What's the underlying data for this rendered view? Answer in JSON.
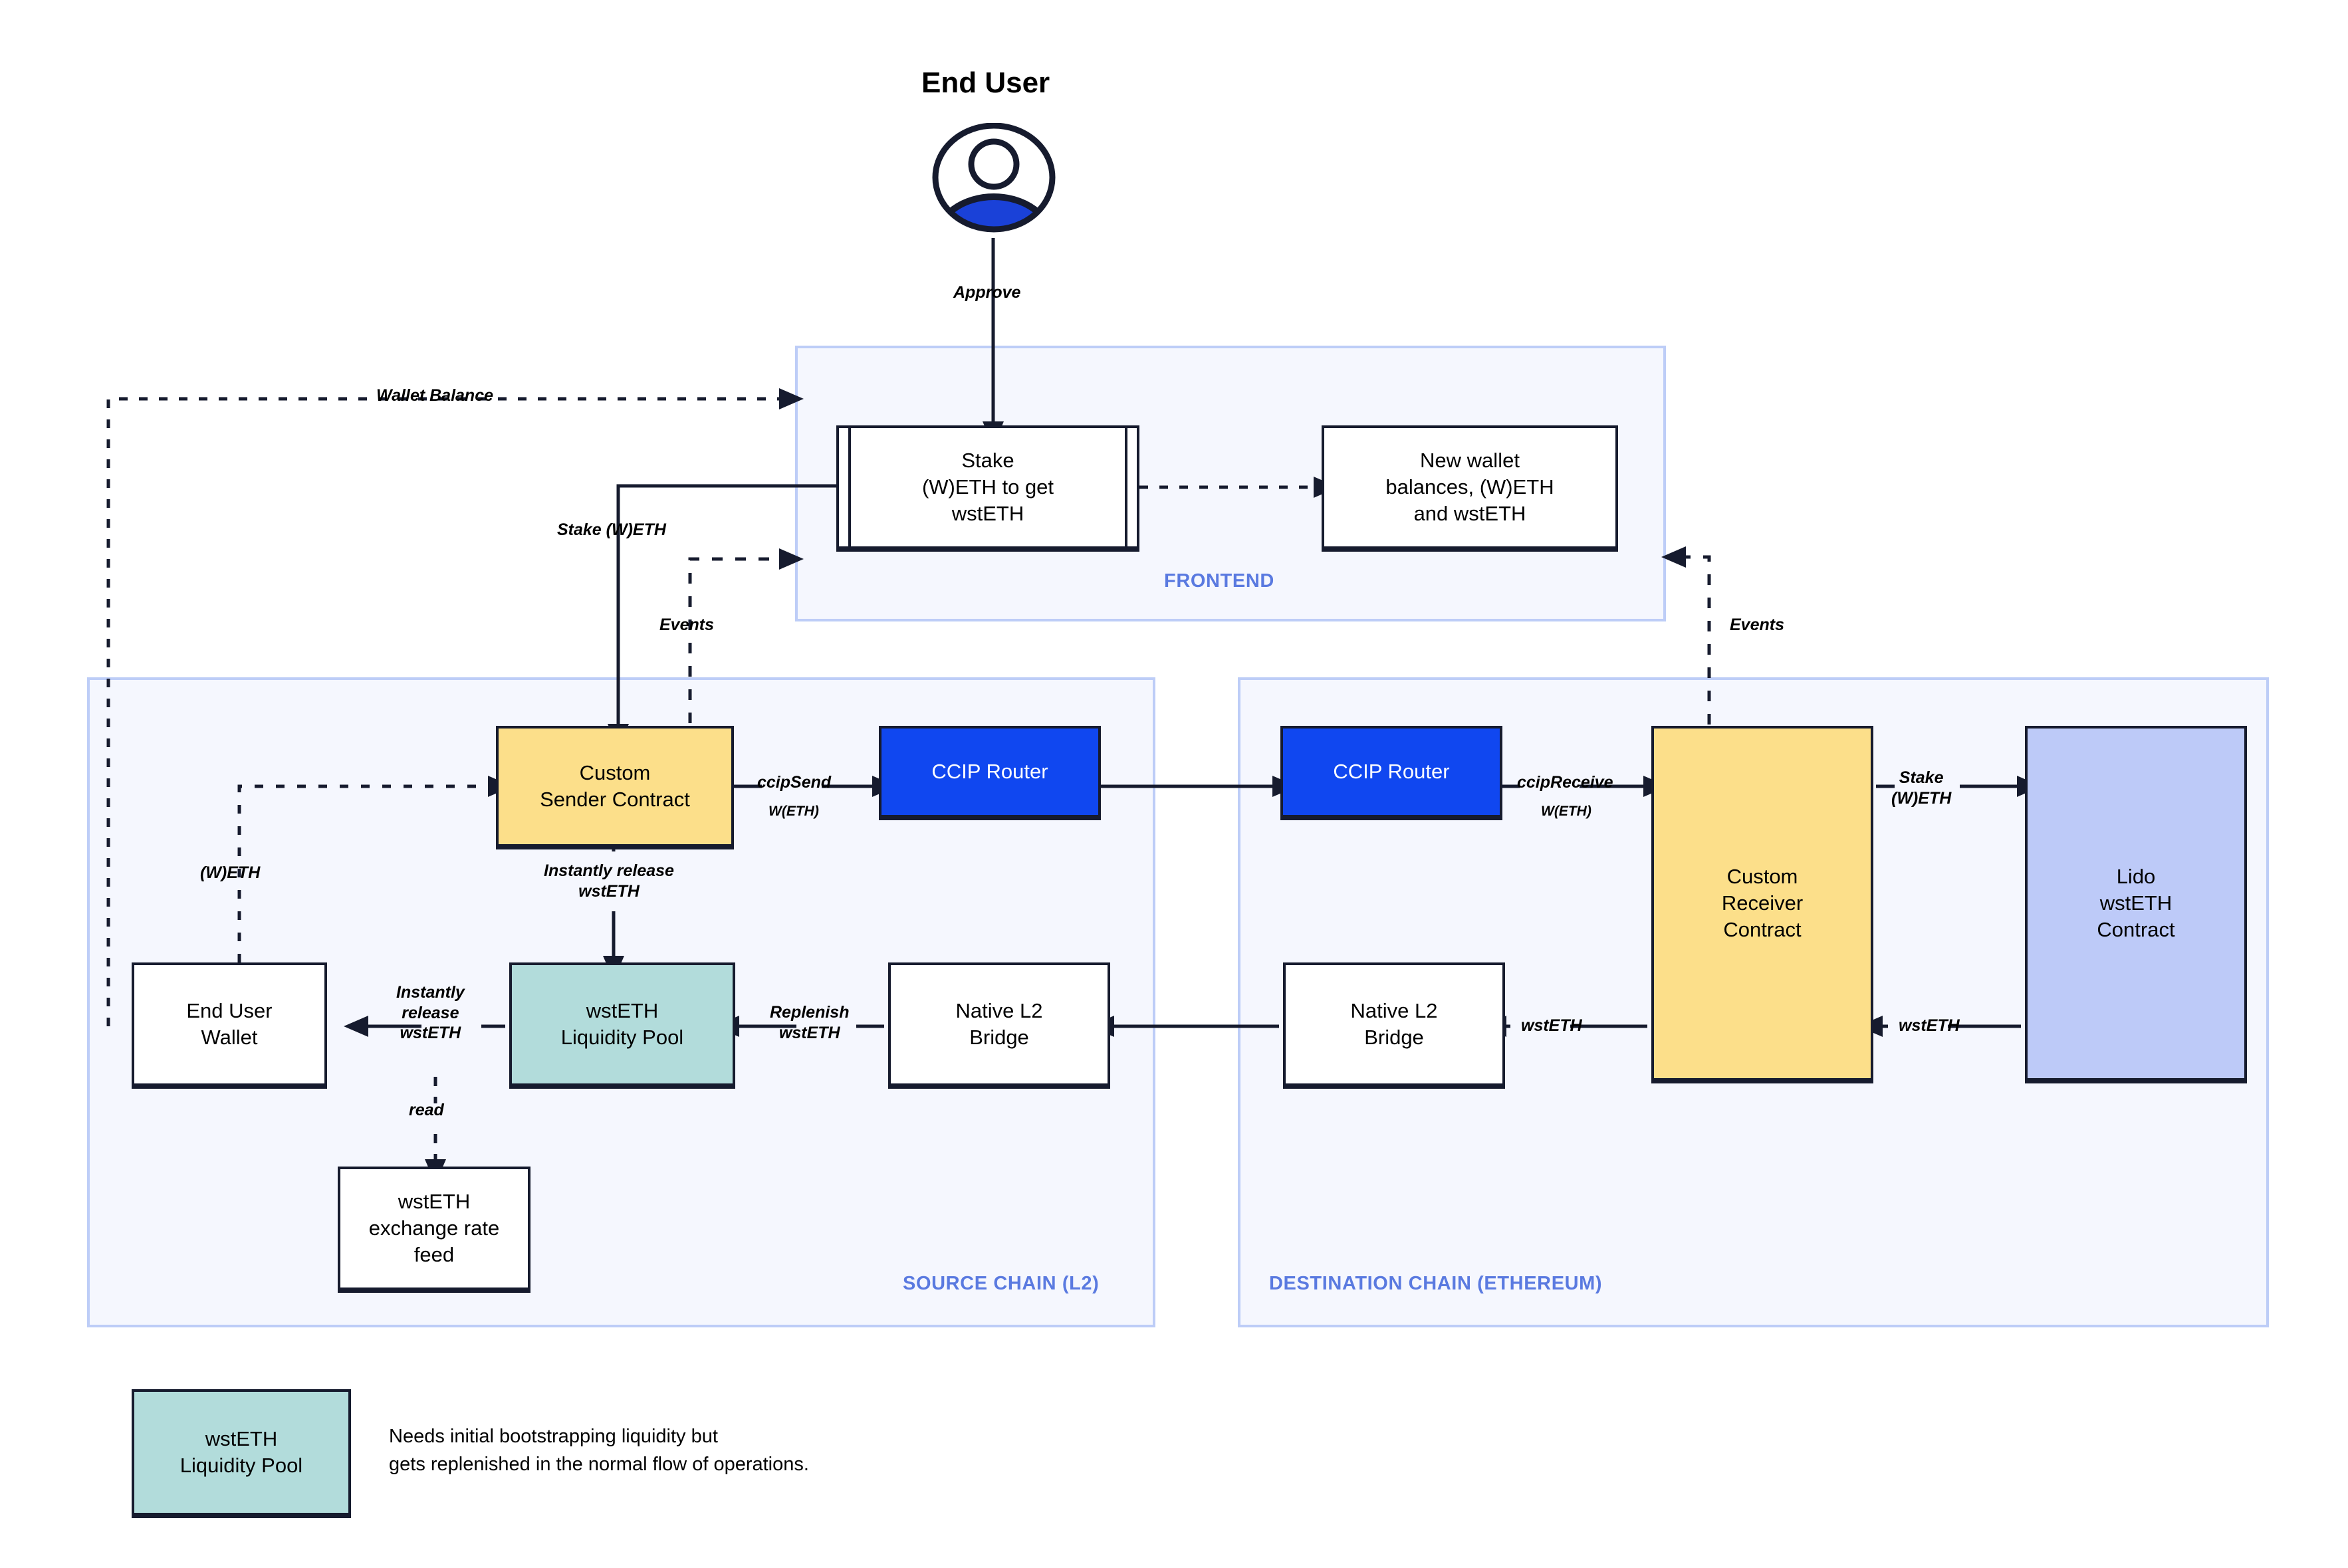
{
  "diagram": {
    "title": "End User",
    "actor_icon": "user-avatar-icon"
  },
  "panels": [
    {
      "id": "frontend",
      "label": "FRONTEND"
    },
    {
      "id": "source",
      "label": "SOURCE CHAIN (L2)"
    },
    {
      "id": "destination",
      "label": "DESTINATION CHAIN (ETHEREUM)"
    }
  ],
  "nodes": {
    "stake_form": "Stake\n(W)ETH to get\nwstETH",
    "new_balances": "New wallet\nbalances, (W)ETH\nand wstETH",
    "sender_contract": "Custom\nSender Contract",
    "ccip_router_src": "CCIP Router",
    "ccip_router_dst": "CCIP Router",
    "receiver_contract": "Custom\nReceiver\nContract",
    "lido_contract": "Lido\nwstETH\nContract",
    "end_user_wallet": "End User\nWallet",
    "liquidity_pool": "wstETH\nLiquidity Pool",
    "native_bridge_src": "Native L2\nBridge",
    "native_bridge_dst": "Native L2\nBridge",
    "rate_feed": "wstETH\nexchange rate\nfeed"
  },
  "edges": {
    "approve": "Approve",
    "wallet_balance": "Wallet Balance",
    "stake_weth": "Stake (W)ETH",
    "events_left": "Events",
    "events_right": "Events",
    "weth_left": "(W)ETH",
    "ccip_send": "ccipSend",
    "ccip_send_sub": "W(ETH)",
    "ccip_receive": "ccipReceive",
    "ccip_receive_sub": "W(ETH)",
    "stake_weth_dst": "Stake\n(W)ETH",
    "instantly_release": "Instantly release\nwstETH",
    "instantly_release2": "Instantly\nrelease\nwstETH",
    "replenish": "Replenish\nwstETH",
    "wsteth_mid": "wstETH",
    "wsteth_right": "wstETH",
    "read": "read"
  },
  "legend": {
    "swatch_label": "wstETH\nLiquidity Pool",
    "note": "Needs initial bootstrapping liquidity but\ngets replenished in the normal flow of operations."
  },
  "colors": {
    "panel_fill": "#f5f7fe",
    "panel_border": "#bdcdf7",
    "panel_text": "#5a7ae0",
    "stroke": "#161b2e",
    "yellow": "#fcdf8a",
    "teal": "#b2dcdb",
    "lavender": "#bdcaf8",
    "ccip_blue": "#1047f0",
    "avatar_blue": "#1a41d8"
  }
}
